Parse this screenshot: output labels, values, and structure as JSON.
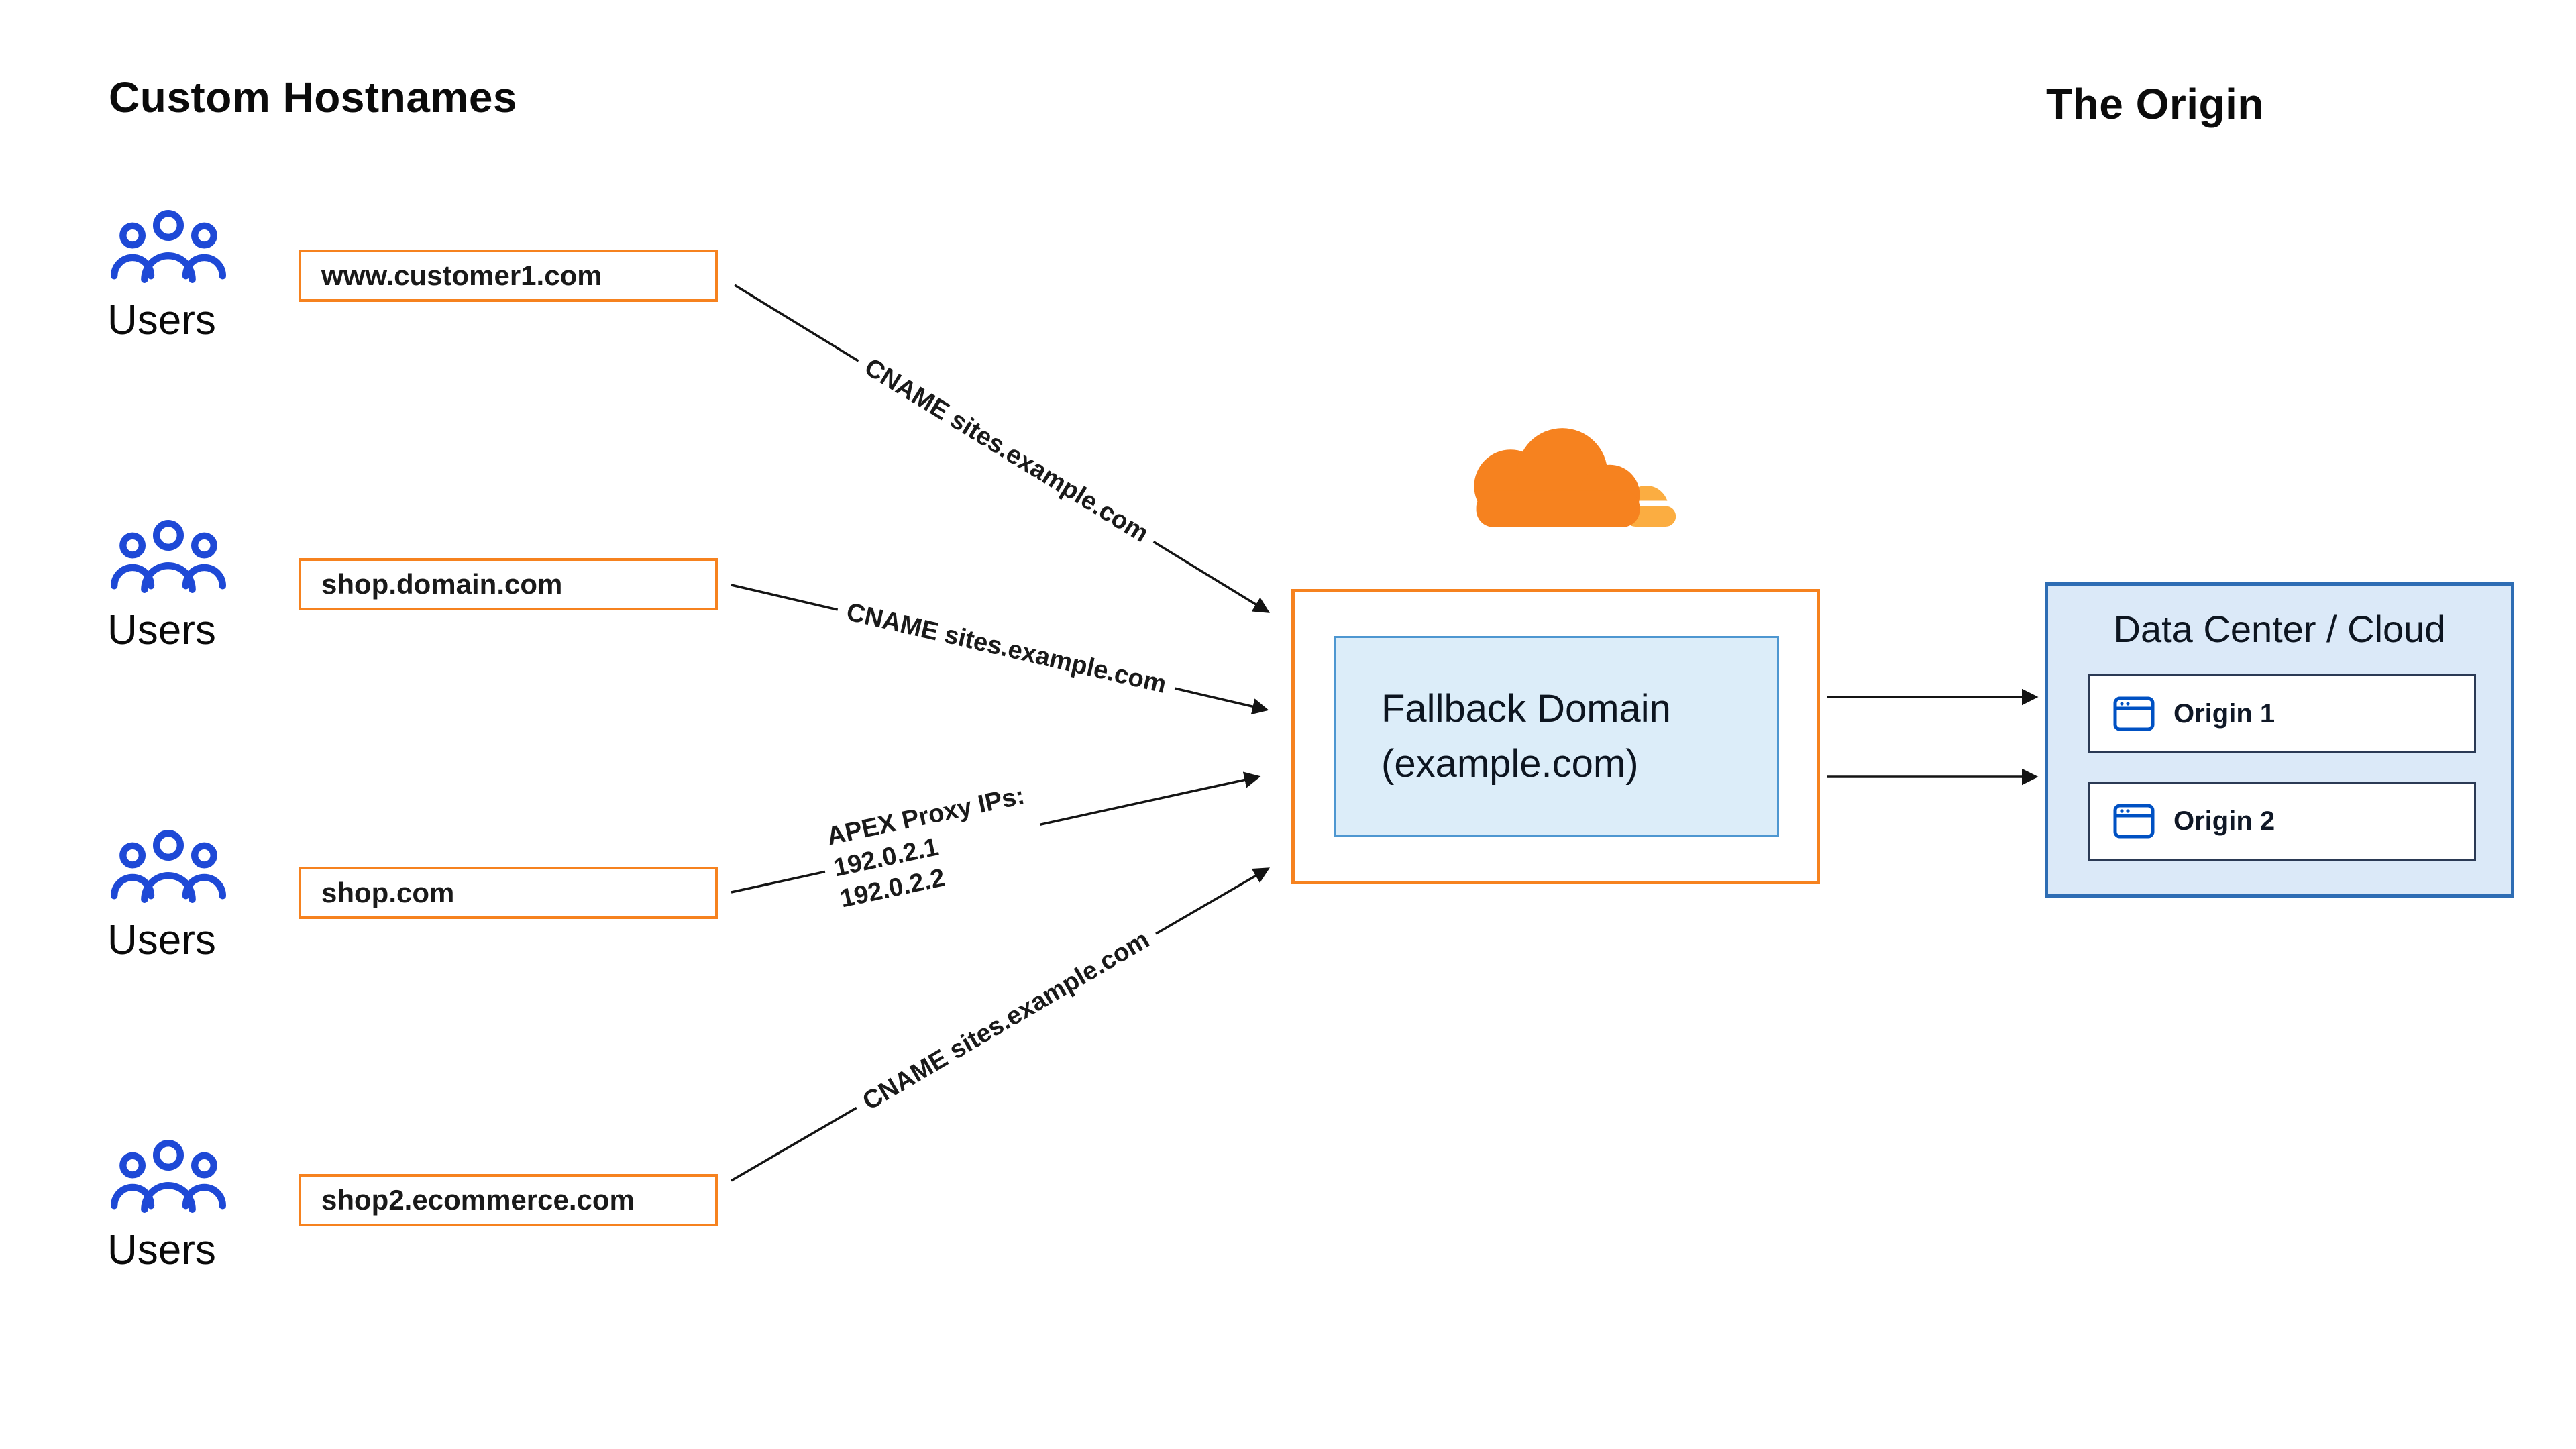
{
  "colors": {
    "orange": "#F6821F",
    "orange-light": "#FBAD41",
    "user-blue": "#1E49D6",
    "midblue": "#4E97D1",
    "lightblue-fill": "#DCEDF9",
    "dc-fill": "#DBE9F8",
    "dc-border": "#2E6DB4",
    "origin-icon-blue": "#0051C3"
  },
  "headings": {
    "left": "Custom Hostnames",
    "right": "The Origin"
  },
  "sources": [
    {
      "user_label": "Users",
      "hostname": "www.customer1.com"
    },
    {
      "user_label": "Users",
      "hostname": "shop.domain.com"
    },
    {
      "user_label": "Users",
      "hostname": "shop.com"
    },
    {
      "user_label": "Users",
      "hostname": "shop2.ecommerce.com"
    }
  ],
  "connections": {
    "cname1": "CNAME sites.example.com",
    "cname2": "CNAME sites.example.com",
    "apex_line1": "APEX Proxy IPs:",
    "apex_line2": "192.0.2.1",
    "apex_line3": "192.0.2.2",
    "cname3": "CNAME sites.example.com"
  },
  "fallback": {
    "line1": "Fallback Domain",
    "line2": "(example.com)"
  },
  "origin": {
    "title": "Data Center / Cloud",
    "items": [
      {
        "label": "Origin 1"
      },
      {
        "label": "Origin 2"
      }
    ]
  },
  "icons": {
    "users_icon": "three-people-outline",
    "cloudflare_logo": "cloudflare-cloud",
    "origin_icon": "browser-window"
  }
}
